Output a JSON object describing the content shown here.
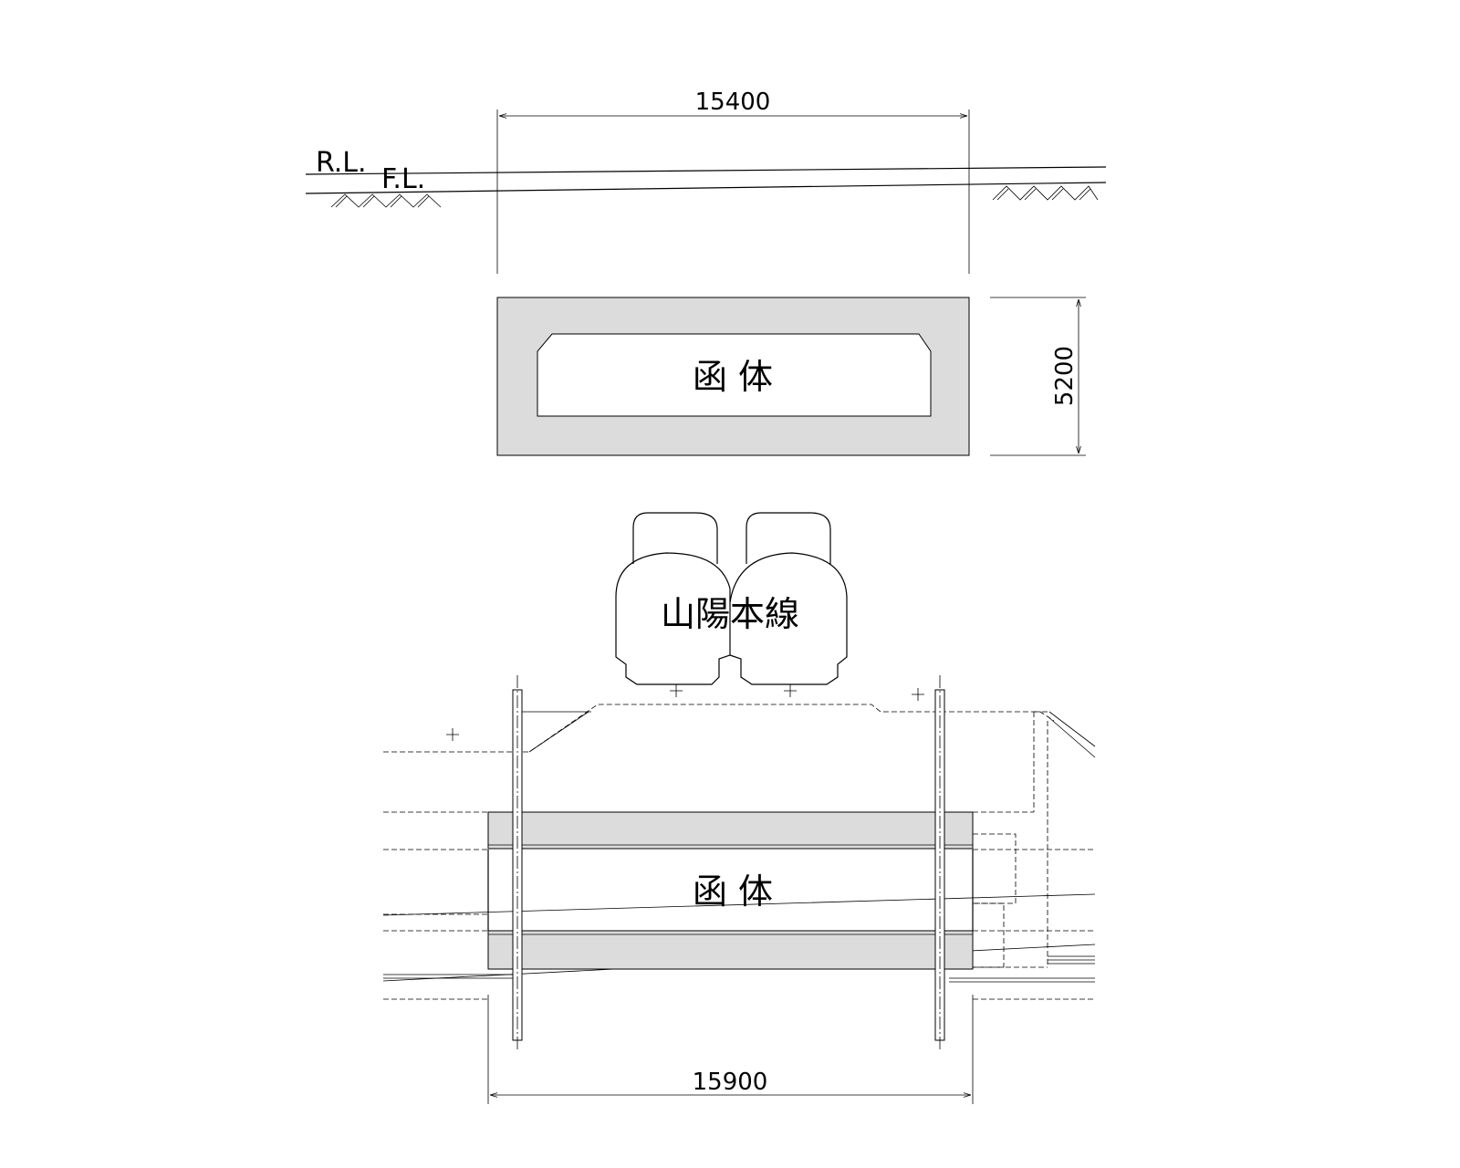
{
  "section_view": {
    "width_dimension": "15400",
    "height_dimension": "5200",
    "road_level_label": "R.L.",
    "formation_level_label": "F.L.",
    "box_label": "函 体"
  },
  "plan_view": {
    "railway_label": "山陽本線",
    "box_label": "函 体",
    "width_dimension": "15900"
  }
}
